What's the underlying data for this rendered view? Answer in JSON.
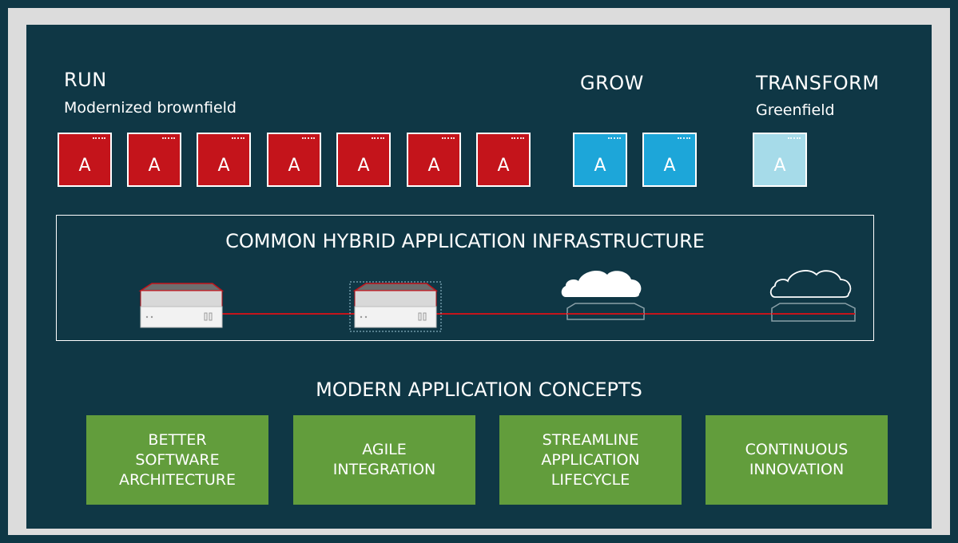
{
  "run": {
    "title": "RUN",
    "subtitle": "Modernized brownfield"
  },
  "grow": {
    "title": "GROW"
  },
  "transform": {
    "title": "TRANSFORM",
    "subtitle": "Greenfield"
  },
  "apps": {
    "letter": "A",
    "run_count": 7,
    "grow_count": 2,
    "transform_count": 1
  },
  "infrastructure": {
    "title": "COMMON HYBRID APPLICATION INFRASTRUCTURE",
    "icons": [
      "server-icon",
      "server-icon",
      "cloud-icon",
      "cloud-icon"
    ]
  },
  "concepts": {
    "title": "MODERN APPLICATION CONCEPTS",
    "items": [
      "BETTER\nSOFTWARE\nARCHITECTURE",
      "AGILE\nINTEGRATION",
      "STREAMLINE\nAPPLICATION\nLIFECYCLE",
      "CONTINUOUS\nINNOVATION"
    ]
  },
  "colors": {
    "background": "#0f3745",
    "run_app": "#c4141b",
    "grow_app": "#1da6d9",
    "transform_app": "#a6dbe9",
    "concept": "#629d3c",
    "connector": "#c4141b"
  }
}
